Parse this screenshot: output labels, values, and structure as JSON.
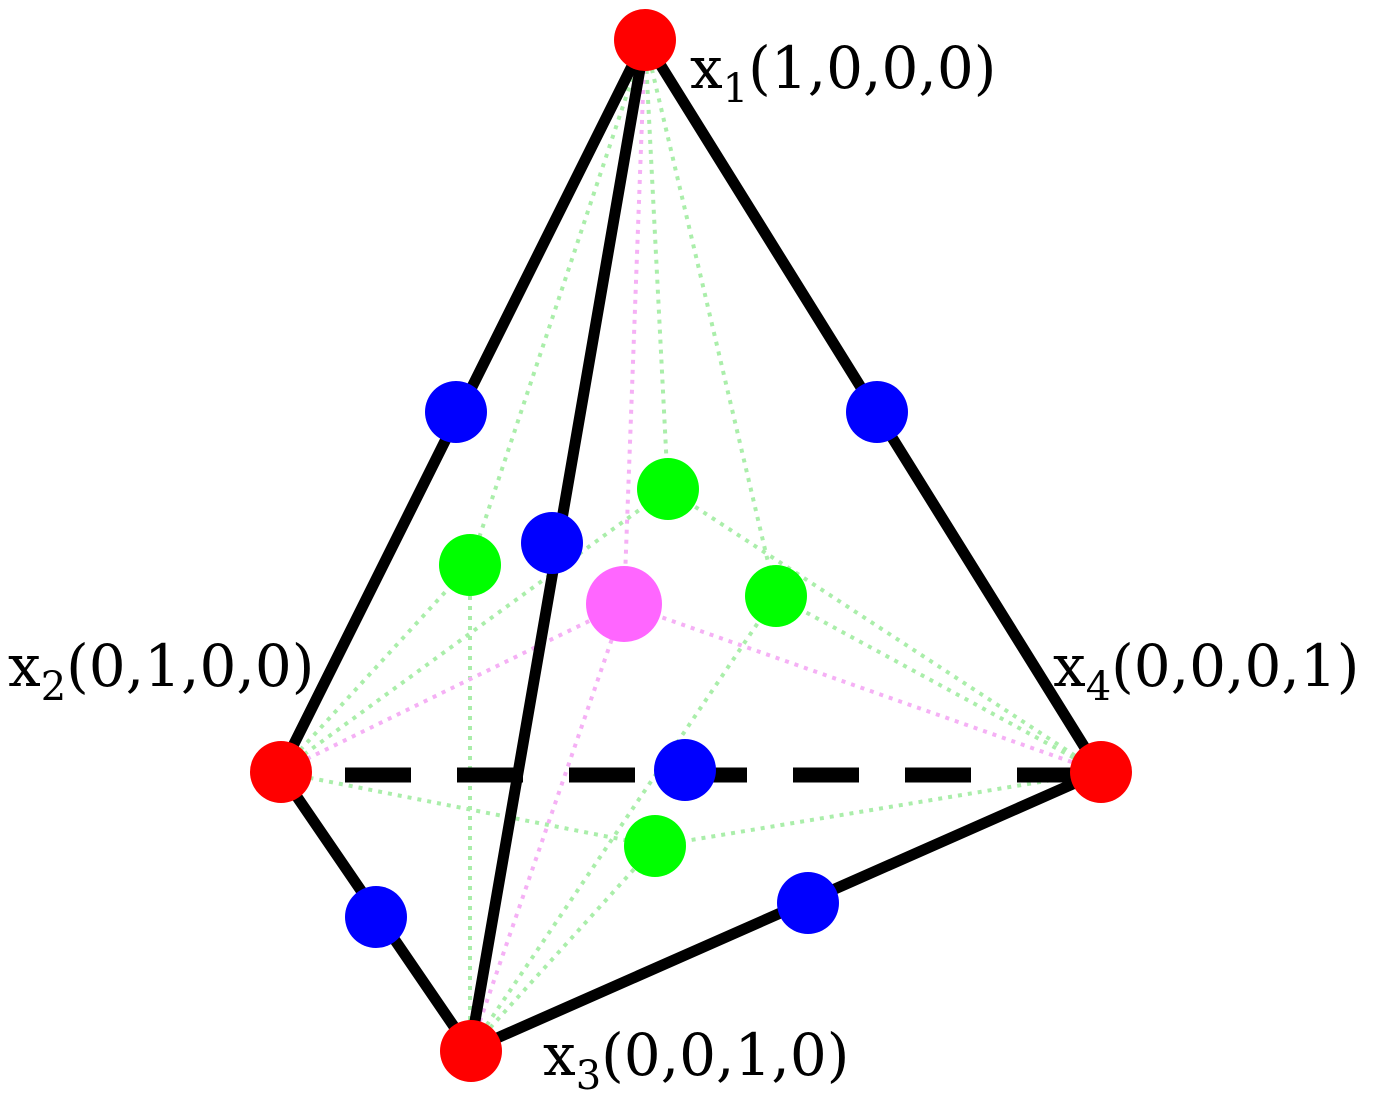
{
  "vertices": [
    {
      "id": "x1",
      "symbol": "x",
      "sub": "1",
      "coords": "(1,0,0,0)"
    },
    {
      "id": "x2",
      "symbol": "x",
      "sub": "2",
      "coords": "(0,1,0,0)"
    },
    {
      "id": "x3",
      "symbol": "x",
      "sub": "3",
      "coords": "(0,0,1,0)"
    },
    {
      "id": "x4",
      "symbol": "x",
      "sub": "4",
      "coords": "(0,0,0,1)"
    }
  ],
  "colors": {
    "vertex": "#ff0000",
    "edge_point": "#0000ff",
    "face_point": "#00ff00",
    "centroid": "#ff66ff",
    "edge": "#000000",
    "face_guide": "#aaeeaa",
    "centroid_guide": "#f5b0f5"
  }
}
